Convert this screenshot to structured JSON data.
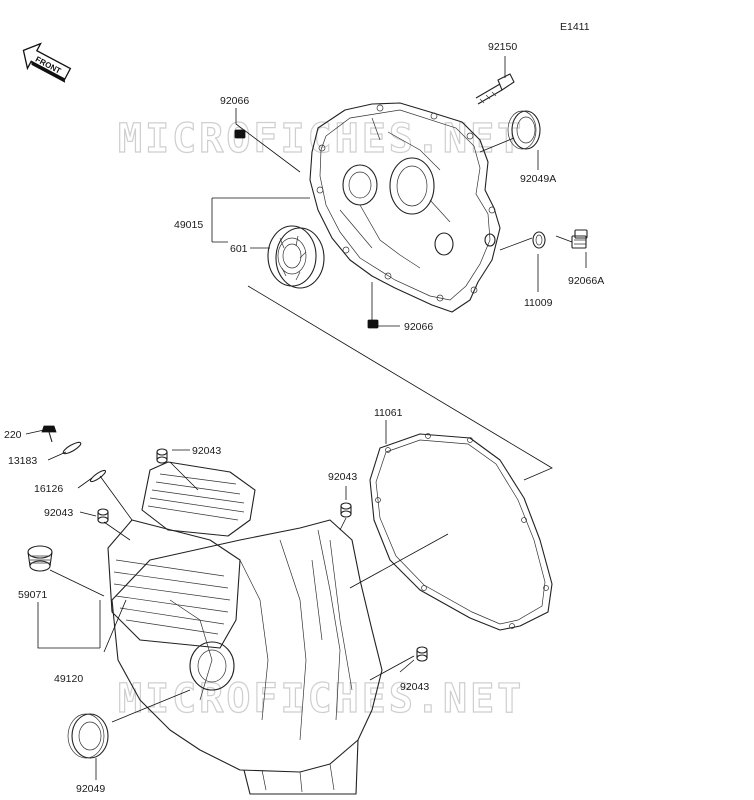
{
  "diagram_code": "E1411",
  "front_label": "FRONT",
  "watermark": "MICROFICHES.NET",
  "callouts": {
    "p92150": "92150",
    "p92066_top": "92066",
    "p92049A": "92049A",
    "p49015": "49015",
    "p601": "601",
    "p92066A": "92066A",
    "p11009": "11009",
    "p92066_bottom": "92066",
    "p11061": "11061",
    "p220": "220",
    "p13183": "13183",
    "p16126": "16126",
    "p92043_a": "92043",
    "p92043_b": "92043",
    "p92043_c": "92043",
    "p92043_d": "92043",
    "p59071": "59071",
    "p49120": "49120",
    "p92049": "92049"
  }
}
